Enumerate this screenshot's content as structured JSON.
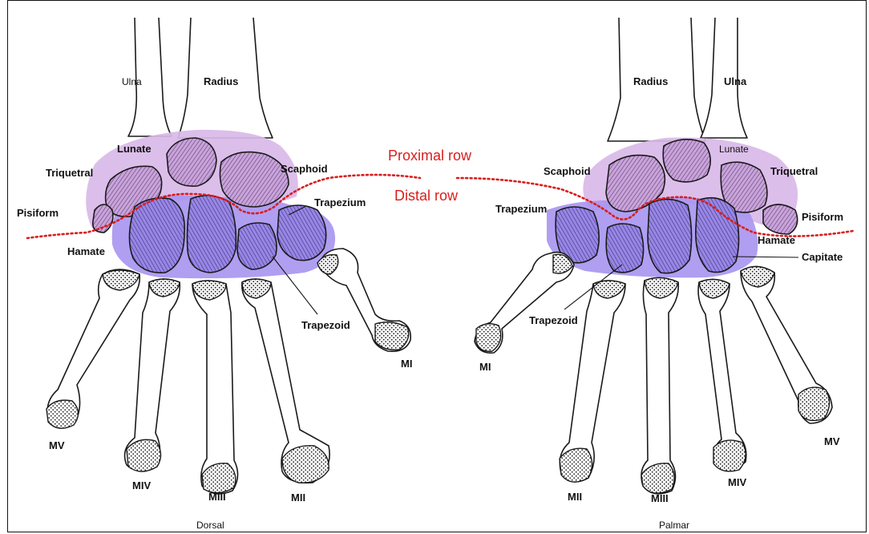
{
  "row_labels": {
    "proximal": "Proximal row",
    "distal": "Distal row"
  },
  "colors": {
    "proximal_row_fill": "#d9b8e8",
    "distal_row_fill": "#a996f0",
    "row_divider": "#d81e1e"
  },
  "dorsal": {
    "view_label": "Dorsal",
    "labels": {
      "ulna": "Ulna",
      "radius": "Radius",
      "lunate": "Lunate",
      "triquetral": "Triquetral",
      "scaphoid": "Scaphoid",
      "pisiform": "Pisiform",
      "trapezium": "Trapezium",
      "hamate": "Hamate",
      "trapezoid": "Trapezoid",
      "m1": "MI",
      "m2": "MII",
      "m3": "MIII",
      "m4": "MIV",
      "m5": "MV"
    }
  },
  "palmar": {
    "view_label": "Palmar",
    "labels": {
      "radius": "Radius",
      "ulna": "Ulna",
      "lunate": "Lunate",
      "scaphoid": "Scaphoid",
      "triquetral": "Triquetral",
      "trapezium": "Trapezium",
      "pisiform": "Pisiform",
      "hamate": "Hamate",
      "capitate": "Capitate",
      "trapezoid": "Trapezoid",
      "m1": "MI",
      "m2": "MII",
      "m3": "MIII",
      "m4": "MIV",
      "m5": "MV"
    }
  }
}
